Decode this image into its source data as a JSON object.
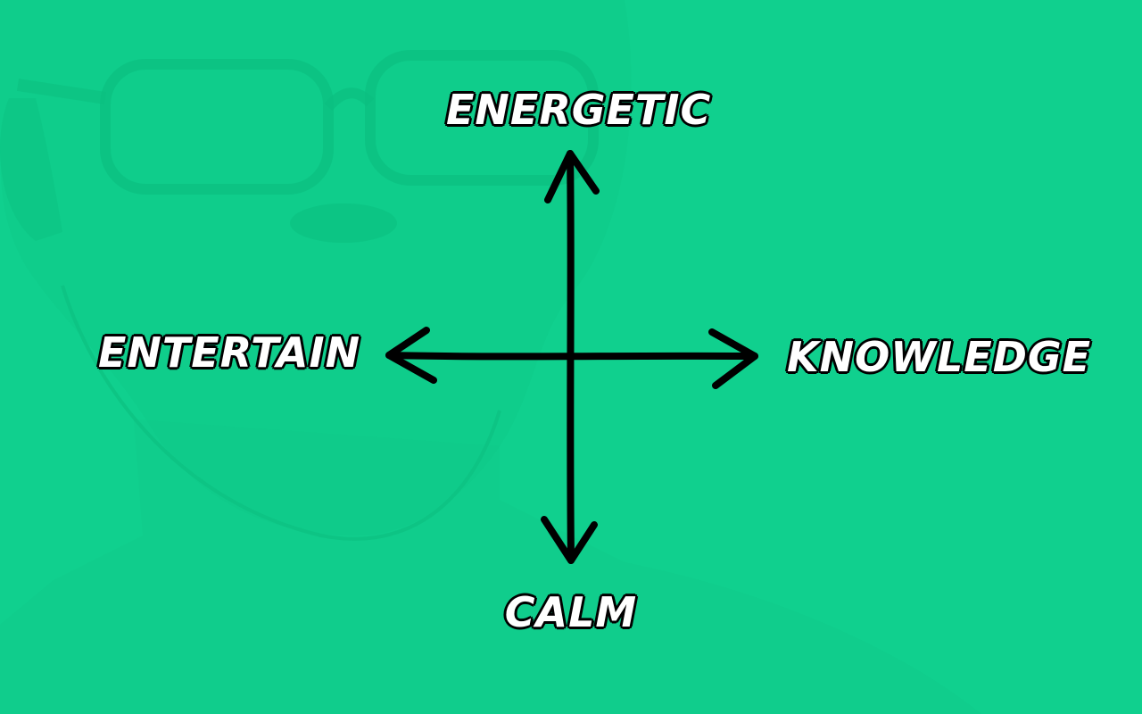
{
  "diagram": {
    "labels": {
      "top": "ENERGETIC",
      "bottom": "CALM",
      "left": "ENTERTAIN",
      "right": "KNOWLEDGE"
    }
  },
  "colors": {
    "background": "#10d08e",
    "arrow": "#000000",
    "label_fill": "#ffffff",
    "label_outline": "#000000",
    "background_art": "#0ec587"
  },
  "icons": {
    "background_art": "face-with-glasses-illustration"
  }
}
